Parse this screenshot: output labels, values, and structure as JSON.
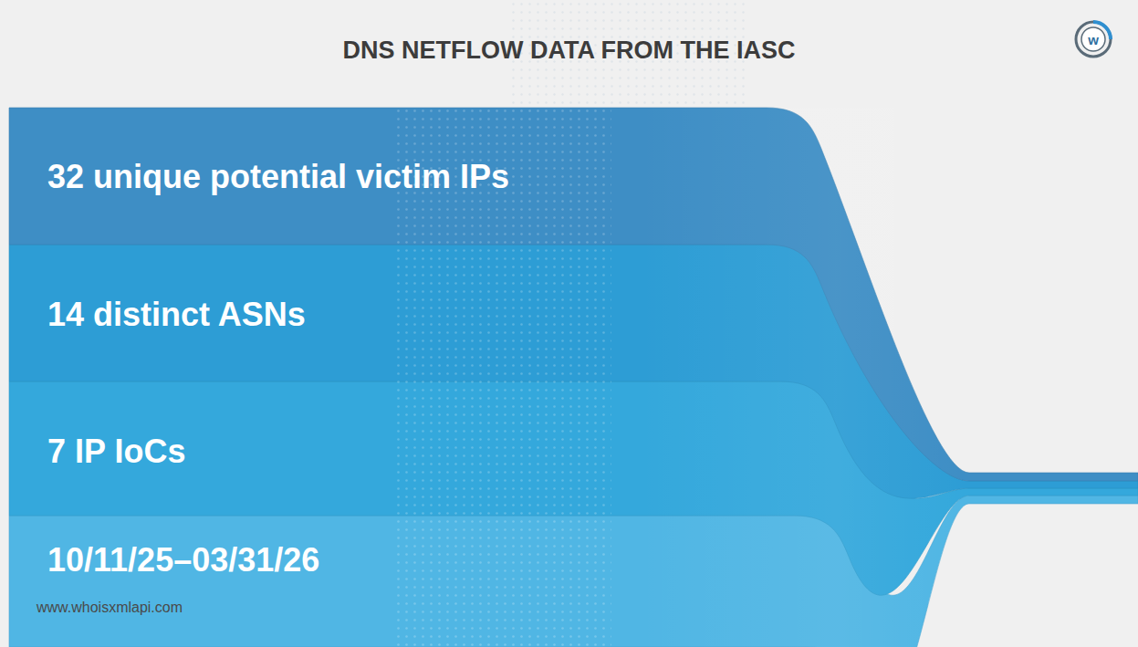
{
  "diagram": {
    "title": "DNS NETFLOW DATA FROM THE IASC",
    "nodes": [
      {
        "text": [
          "32 unique potential victim IPs"
        ]
      },
      {
        "text": [
          "14 distinct ASNs"
        ]
      },
      {
        "text": [
          "7 IP IoCs"
        ]
      },
      {
        "text": [
          "10/11/25–03/31/26"
        ]
      }
    ],
    "labels": [
      "www.whoisxmlapi.com",
      "w"
    ]
  }
}
